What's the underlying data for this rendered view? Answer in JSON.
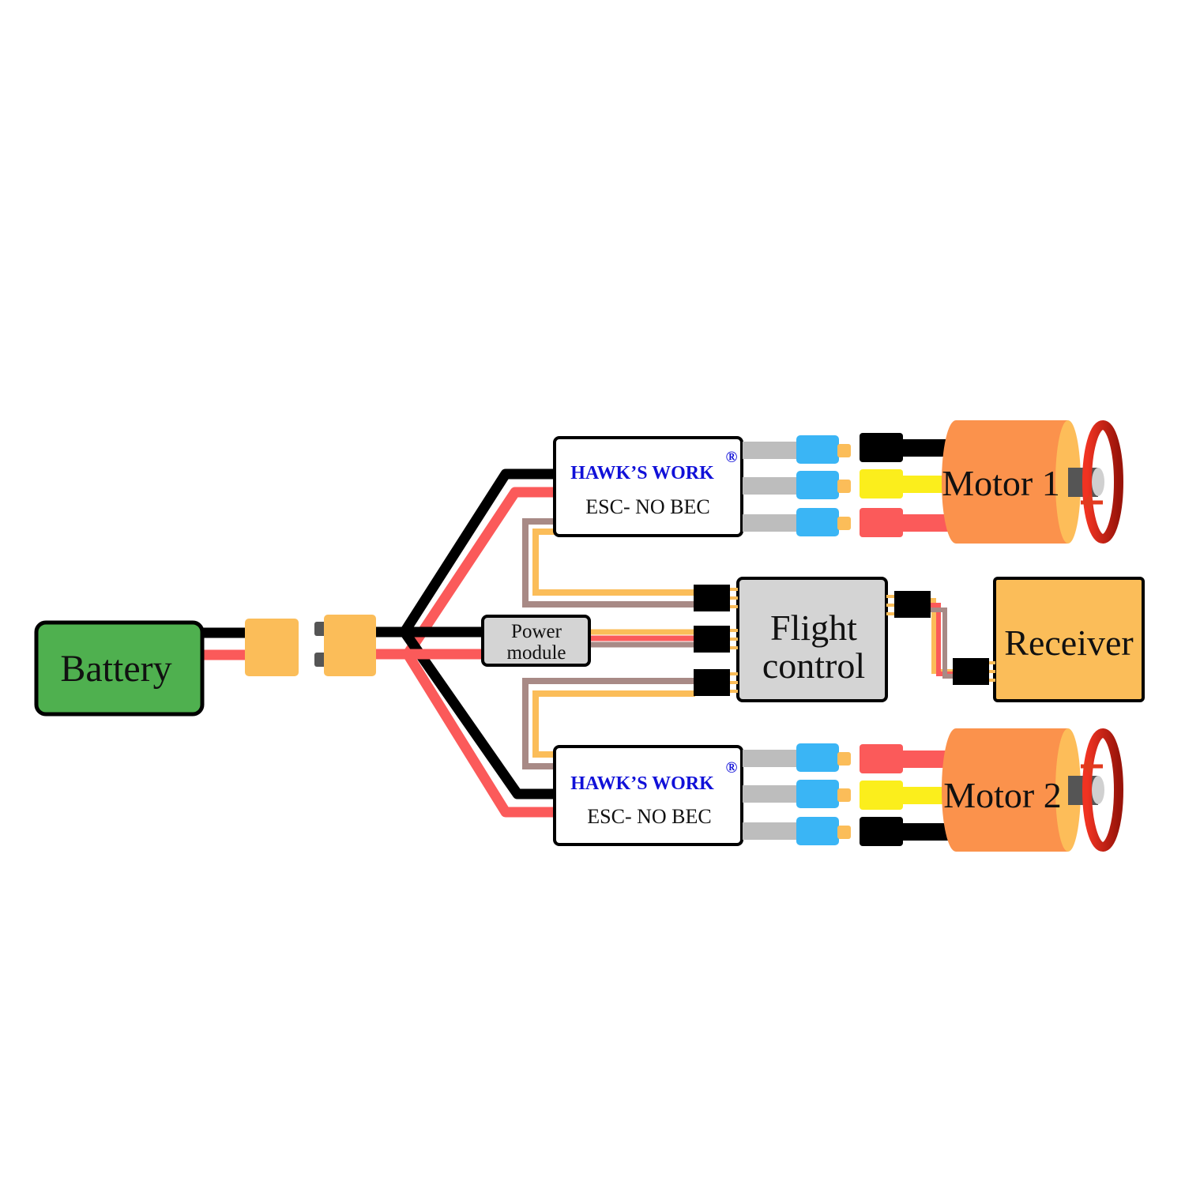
{
  "battery": {
    "label": "Battery"
  },
  "power_module": {
    "line1": "Power",
    "line2": "module"
  },
  "esc_top": {
    "brand": "HAWK’S WORK",
    "reg": "®",
    "model": "ESC- NO BEC"
  },
  "esc_bottom": {
    "brand": "HAWK’S WORK",
    "reg": "®",
    "model": "ESC- NO BEC"
  },
  "flight_control": {
    "line1": "Flight",
    "line2": "control"
  },
  "receiver": {
    "label": "Receiver"
  },
  "motor1": {
    "label": "Motor 1"
  },
  "motor2": {
    "label": "Motor 2"
  },
  "colors": {
    "battery": "#4fb04f",
    "connector": "#fbbd59",
    "wire_black": "#000000",
    "wire_red": "#fb5a5a",
    "wire_signal": "#fbbd59",
    "wire_ground": "#a88a86",
    "esc_lead": "#bdbdbd",
    "bullet": "#3ab5f5",
    "motor_body": "#fb924c",
    "motor_face": "#fdbd59",
    "prop": "#d5281a",
    "yellow_wire": "#fbee1c",
    "fc_body": "#d4d4d4",
    "pm_body": "#d4d4d4"
  }
}
